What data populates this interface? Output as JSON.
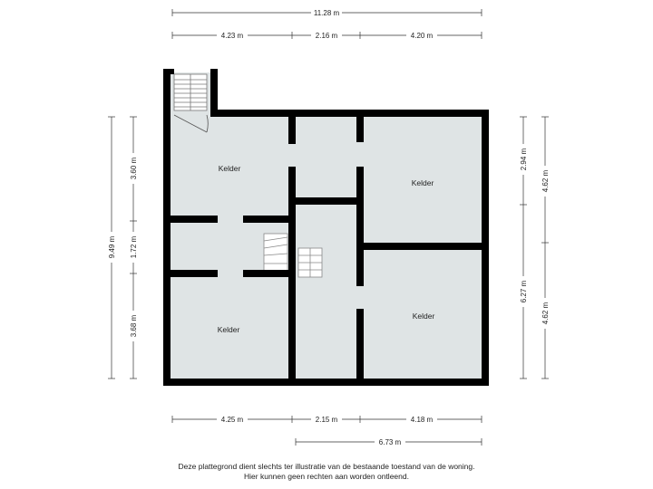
{
  "dimensions": {
    "top_total": "11.28 m",
    "top_left": "4.23 m",
    "top_mid": "2.16 m",
    "top_right": "4.20 m",
    "bottom_left": "4.25 m",
    "bottom_mid": "2.15 m",
    "bottom_right": "4.18 m",
    "bottom_total_right": "6.73 m",
    "left_total": "9.49 m",
    "left_top": "3.60 m",
    "left_mid": "1.72 m",
    "left_bottom": "3.68 m",
    "right_top": "2.94 m",
    "right_total": "6.27 m",
    "right_upper": "4.62 m",
    "right_lower": "4.62 m"
  },
  "rooms": {
    "top_left": "Kelder",
    "top_right": "Kelder",
    "bottom_left": "Kelder",
    "bottom_right": "Kelder"
  },
  "disclaimer": {
    "line1": "Deze plattegrond dient slechts ter illustratie van de bestaande toestand van de woning.",
    "line2": "Hier kunnen geen rechten aan worden ontleend."
  },
  "colors": {
    "wall": "#000000",
    "floor": "#dfe4e5",
    "dimension_line": "#333333"
  }
}
